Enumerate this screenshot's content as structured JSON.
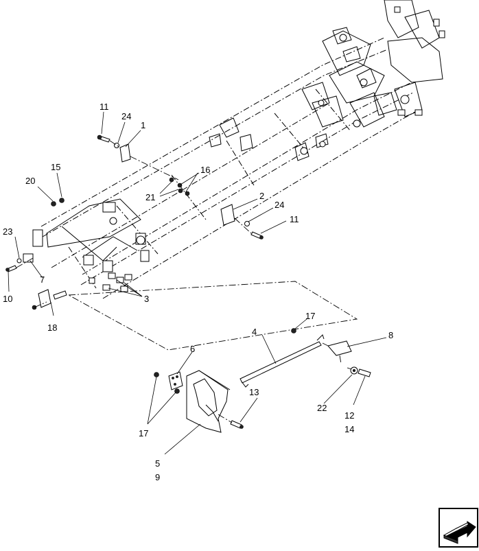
{
  "callouts": {
    "c1": "1",
    "c2": "2",
    "c3": "3",
    "c4": "4",
    "c5": "5",
    "c6": "6",
    "c7": "7",
    "c8": "8",
    "c9": "9",
    "c10": "10",
    "c11a": "11",
    "c11b": "11",
    "c12": "12",
    "c13": "13",
    "c14": "14",
    "c15": "15",
    "c16": "16",
    "c17a": "17",
    "c17b": "17",
    "c18": "18",
    "c20": "20",
    "c21": "21",
    "c22": "22",
    "c23": "23",
    "c24a": "24",
    "c24b": "24"
  },
  "icons": {
    "navigation": "next-page-arrow-icon"
  }
}
